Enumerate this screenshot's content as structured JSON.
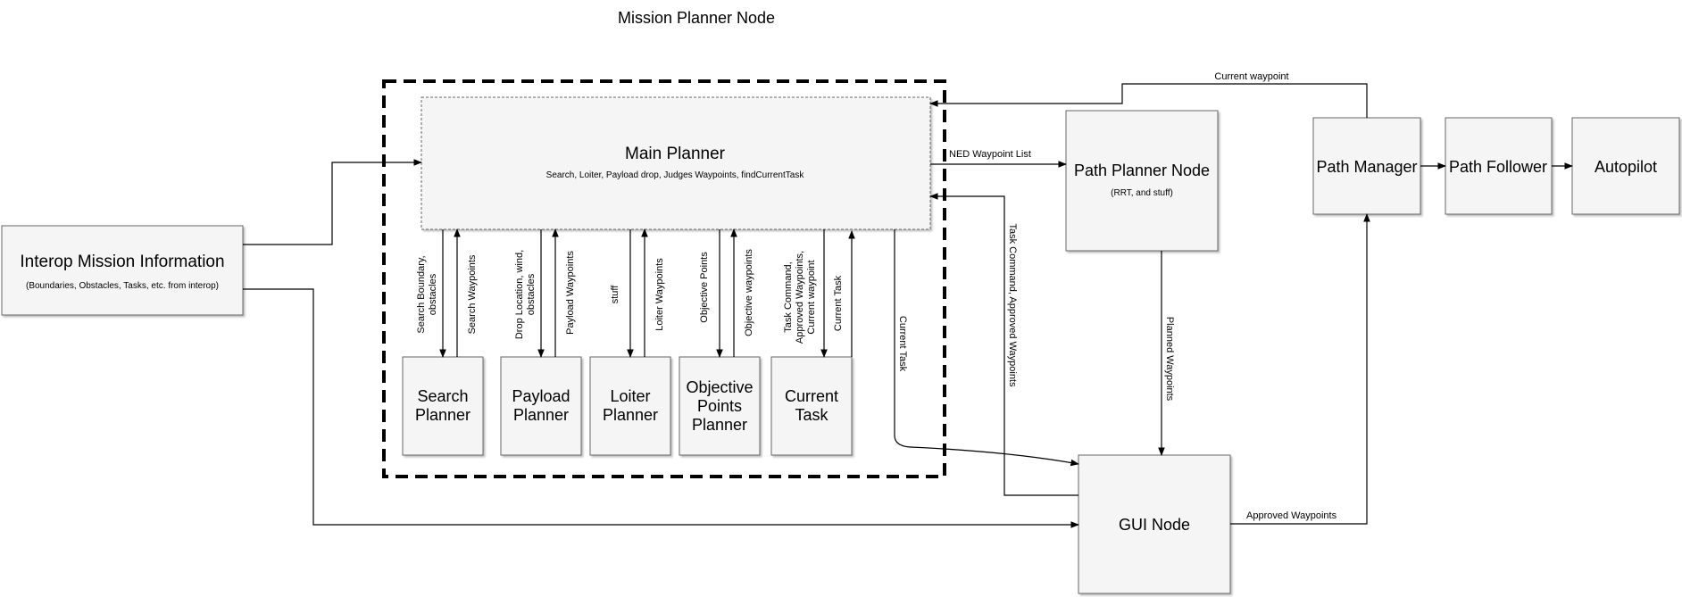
{
  "title": "Mission Planner Node",
  "nodes": {
    "main_planner": {
      "label": "Main Planner",
      "sublabel": "Search, Loiter, Payload drop,  Judges Waypoints, findCurrentTask"
    },
    "interop": {
      "label": "Interop Mission Information",
      "sublabel": "(Boundaries, Obstacles, Tasks, etc. from interop)"
    },
    "path_planner": {
      "label": "Path Planner Node",
      "sublabel": "(RRT, and stuff)"
    },
    "path_manager": {
      "label": "Path Manager"
    },
    "path_follower": {
      "label": "Path Follower"
    },
    "autopilot": {
      "label": "Autopilot"
    },
    "gui": {
      "label": "GUI Node"
    },
    "search_planner": {
      "line1": "Search",
      "line2": "Planner"
    },
    "payload_planner": {
      "line1": "Payload",
      "line2": "Planner"
    },
    "loiter_planner": {
      "line1": "Loiter",
      "line2": "Planner"
    },
    "objective_planner": {
      "line1": "Objective",
      "line2": "Points",
      "line3": "Planner"
    },
    "current_task": {
      "line1": "Current",
      "line2": "Task"
    }
  },
  "edges": {
    "search_down_1": "Search Boundary,",
    "search_down_2": "obstacles",
    "search_up": "Search Waypoints",
    "payload_down_1": "Drop Location, wind,",
    "payload_down_2": "obstacles",
    "payload_up": "Payload Waypoints",
    "loiter_down": "stuff",
    "loiter_up": "Loiter Waypoints",
    "objective_down": "Objective Points",
    "objective_up": "Objective waypoints",
    "task_down_1": "Task Command,",
    "task_down_2": "Approved Waypoints,",
    "task_down_3": "Current waypoint",
    "task_up": "Current Task",
    "main_to_gui": "Current Task",
    "ned": "NED Waypoint List",
    "gui_to_main": "Task Command, Approved Waypoints",
    "planned": "Planned Waypoints",
    "current_waypoint": "Current waypoint",
    "approved": "Approved Waypoints"
  }
}
